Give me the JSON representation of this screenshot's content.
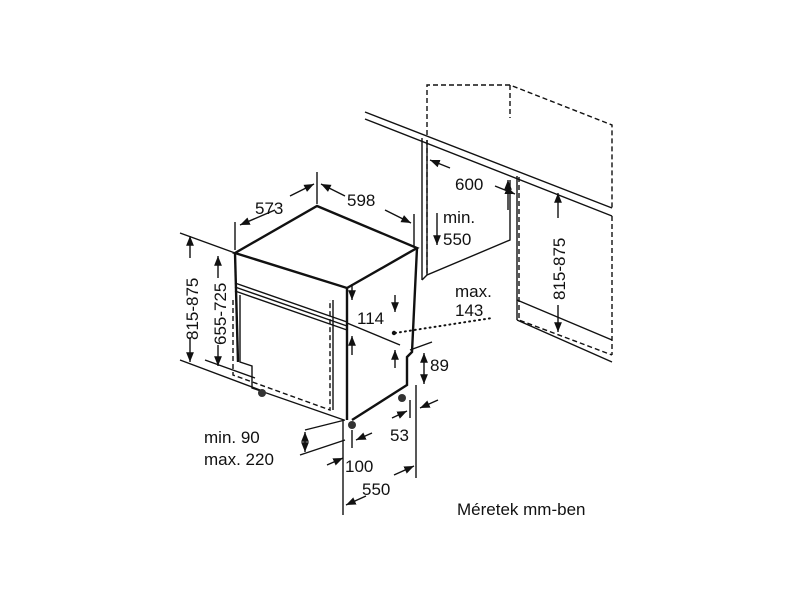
{
  "diagram": {
    "dimensions": {
      "depth": "573",
      "width": "598",
      "niche_width": "600",
      "niche_min_depth_label": "min.",
      "niche_min_depth_value": "550",
      "niche_height": "815-875",
      "max_label": "max.",
      "max_value": "143",
      "total_height": "815-875",
      "body_height": "655-725",
      "panel_height": "114",
      "foot_height": "89",
      "plinth_min": "min. 90",
      "plinth_max": "max. 220",
      "foot_offset": "53",
      "plinth_depth": "100",
      "total_depth": "550"
    },
    "caption": "Méretek mm-ben"
  }
}
